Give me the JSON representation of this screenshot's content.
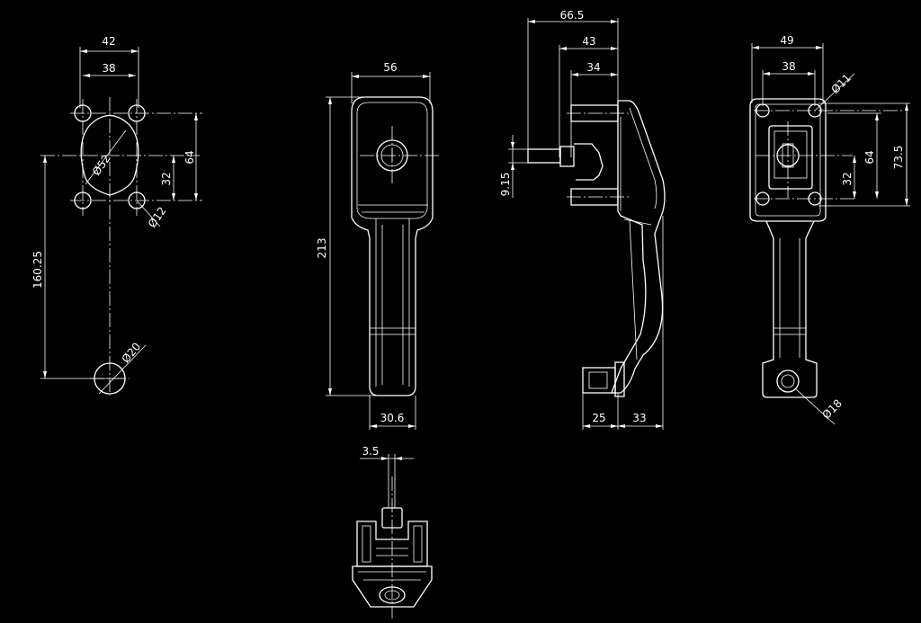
{
  "views": {
    "hole_pattern": {
      "dim_width_outer": "42",
      "dim_width_inner": "38",
      "dim_height_64": "64",
      "dim_height_32": "32",
      "dim_center_distance": "160.25",
      "dia_main_bore": "Ø52",
      "dia_mount_hole": "Ø12",
      "dia_lower_hole": "Ø20"
    },
    "front_view": {
      "dim_width_top": "56",
      "dim_total_height": "213",
      "dim_grip_width": "30.6"
    },
    "side_view": {
      "dim_depth_total": "66.5",
      "dim_depth_43": "43",
      "dim_depth_34": "34",
      "dim_offset": "9.15",
      "dim_bottom_25": "25",
      "dim_bottom_33": "33"
    },
    "rear_view": {
      "dim_width_outer": "49",
      "dim_width_inner": "38",
      "dia_holes": "Ø11",
      "dim_height_64": "64",
      "dim_height_32": "32",
      "dim_height_total": "73.5",
      "dia_lower_boss": "Ø18"
    },
    "bottom_view": {
      "dim_thickness": "3.5"
    }
  },
  "colors": {
    "background": "#000000",
    "lines": "#ffffff"
  }
}
